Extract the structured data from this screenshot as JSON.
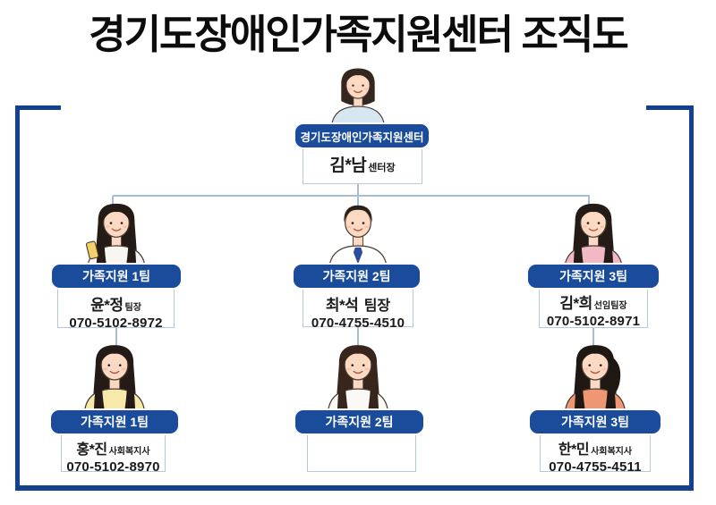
{
  "title": "경기도장애인가족지원센터 조직도",
  "colors": {
    "frame": "#12418f",
    "team_header_bg": "#1b4c9c",
    "team_header_text": "#ffffff",
    "info_box_border": "#b9c7da",
    "connector": "#a8bdd4",
    "title_text": "#0c0c0c"
  },
  "center": {
    "team": "경기도장애인가족지원센터",
    "name": "김*남",
    "role": "센터장",
    "person": {
      "kind": "woman-bob",
      "hair": "#35261f",
      "shirt": "#d6e7f2"
    }
  },
  "teams_row1": [
    {
      "team": "가족지원 1팀",
      "name": "윤*정",
      "role": "팀장",
      "phone": "070-5102-8972",
      "person": {
        "kind": "woman-long",
        "hair": "#241b16",
        "shirt": "#f8f6f1",
        "accessory": "smartphone",
        "accessory_color": "#f2d06b"
      }
    },
    {
      "team": "가족지원 2팀",
      "name": "최*석",
      "role": "팀장",
      "phone": "070-4755-4510",
      "person": {
        "kind": "man-tie",
        "hair": "#2a211b",
        "shirt": "#ffffff",
        "tie": "#2e4c9e"
      }
    },
    {
      "team": "가족지원 3팀",
      "name": "김*희",
      "role": "선임팀장",
      "phone": "070-5102-8971",
      "person": {
        "kind": "woman-long",
        "hair": "#241b16",
        "shirt": "#f0b9c4"
      }
    }
  ],
  "teams_row2": [
    {
      "team": "가족지원 1팀",
      "name": "홍*진",
      "role": "사회복지사",
      "phone": "070-5102-8970",
      "person": {
        "kind": "woman-long",
        "hair": "#241b16",
        "shirt": "#f7e9a9"
      }
    },
    {
      "team": "가족지원 2팀",
      "name": "",
      "role": "",
      "phone": "",
      "person": {
        "kind": "woman-long",
        "hair": "#38261d",
        "shirt": "#faf9f5"
      }
    },
    {
      "team": "가족지원 3팀",
      "name": "한*민",
      "role": "사회복지사",
      "phone": "070-4755-4511",
      "person": {
        "kind": "woman-ponytail",
        "hair": "#1f1712",
        "shirt": "#ef9772"
      }
    }
  ]
}
